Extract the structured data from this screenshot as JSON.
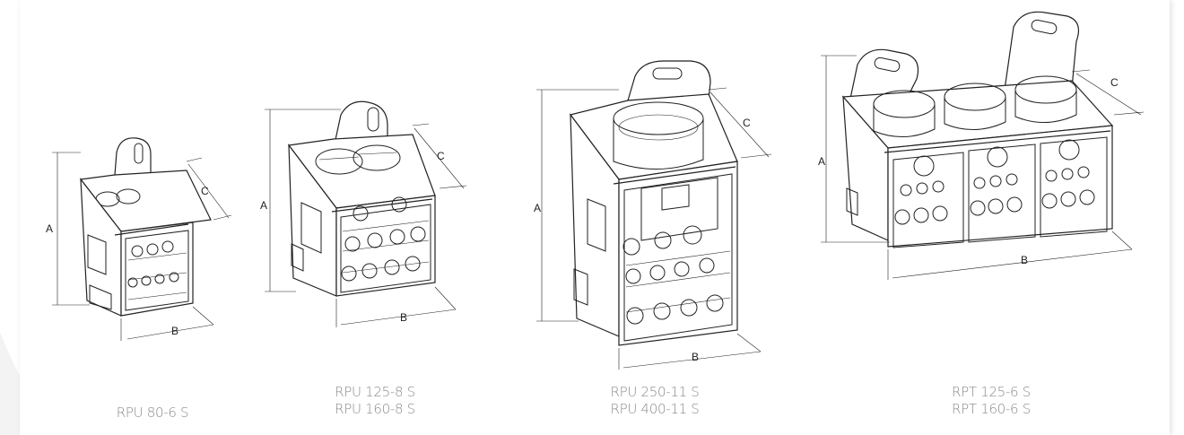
{
  "dimension_labels": {
    "a": "A",
    "b": "B",
    "c": "C"
  },
  "products": [
    {
      "id": "rpu80",
      "lines": [
        "RPU 80-6 S"
      ]
    },
    {
      "id": "rpu125",
      "lines": [
        "RPU 125-8 S",
        "RPU 160-8 S"
      ]
    },
    {
      "id": "rpu250",
      "lines": [
        "RPU 250-11 S",
        "RPU 400-11 S"
      ]
    },
    {
      "id": "rpt125",
      "lines": [
        "RPT 125-6 S",
        "RPT 160-6 S"
      ]
    }
  ]
}
